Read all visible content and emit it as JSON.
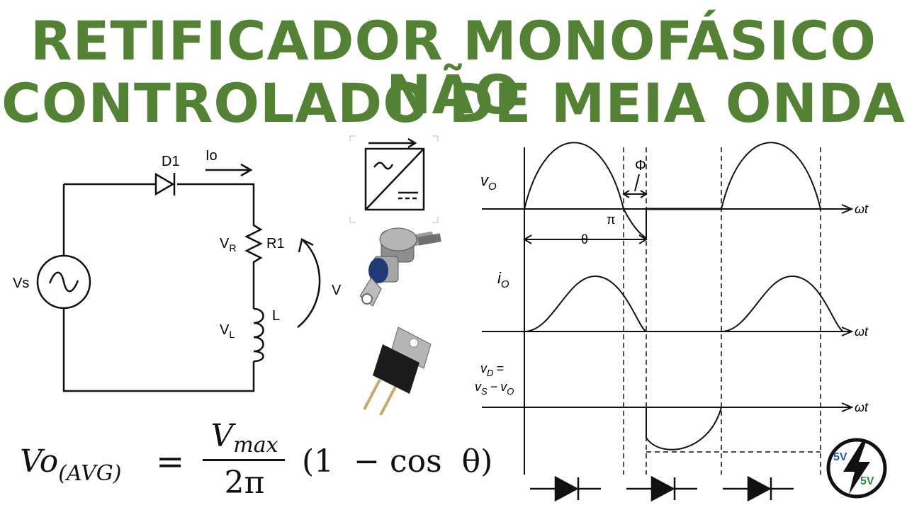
{
  "title": {
    "line1": "RETIFICADOR MONOFÁSICO NÃO",
    "line2": "CONTROLADO DE MEIA ONDA"
  },
  "circuit": {
    "diode": "D1",
    "current": "Io",
    "source": "Vs",
    "vr": "V",
    "vr_sub": "R",
    "resistor": "R1",
    "vl": "V",
    "vl_sub": "L",
    "inductor": "L",
    "vloop": "V"
  },
  "waveforms": {
    "vo_label": "v",
    "vo_sub": "O",
    "io_label": "i",
    "io_sub": "O",
    "vd_label_1": "v",
    "vd_sub_1": "D",
    "vd_eq": "=",
    "vd_label_2": "v",
    "vd_sub_2": "S",
    "vd_minus": "−",
    "vd_label_3": "v",
    "vd_sub_3": "O",
    "axis_label": "ωt",
    "pi": "π",
    "phi": "Φ",
    "theta": "θ"
  },
  "formula": {
    "lhs": "Vo",
    "lhs_sub": "(AVG)",
    "eq": "=",
    "num": "V",
    "num_sub": "max",
    "den": "2π",
    "tail": "(1  − cos  θ)"
  },
  "logo": {
    "top": "5V",
    "bottom": "5V",
    "color_top": "#1f5fa8",
    "color_bottom": "#2e8b3e"
  },
  "colors": {
    "title": "#548235",
    "ink": "#111111"
  }
}
